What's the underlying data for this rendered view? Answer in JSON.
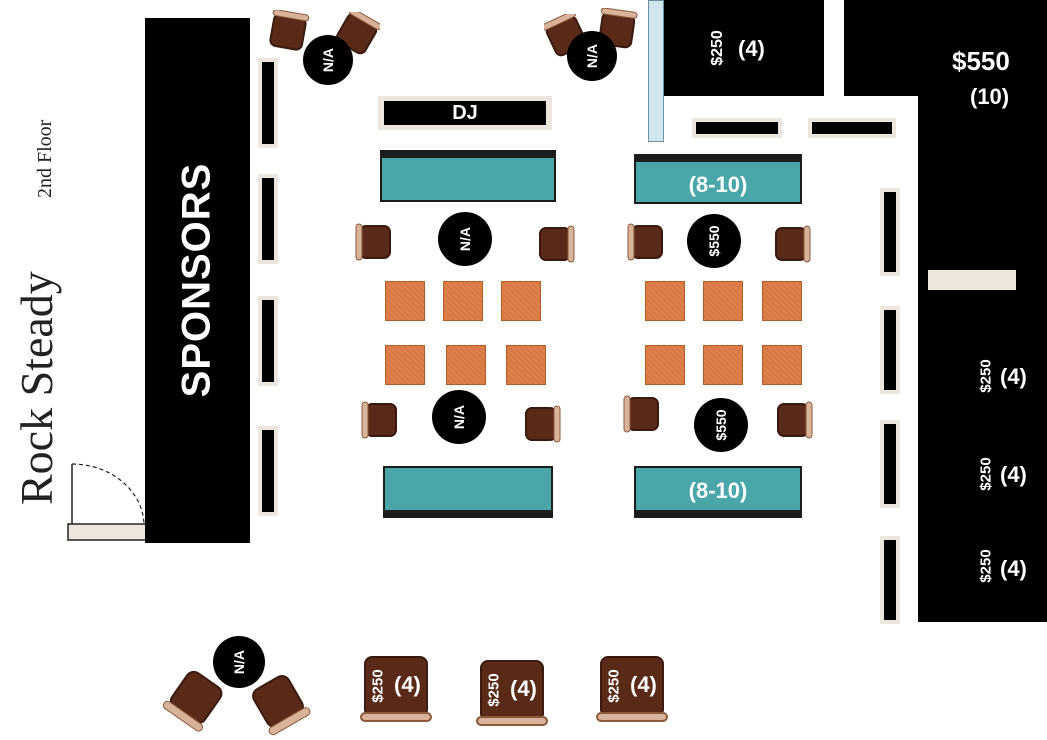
{
  "venue": {
    "name": "Rock Steady",
    "floor": "2nd Floor"
  },
  "areas": {
    "sponsors": "SPONSORS",
    "dj": "DJ"
  },
  "couches": {
    "top_left": "",
    "top_right": "(8-10)",
    "bottom_left": "",
    "bottom_right": "(8-10)"
  },
  "tables": {
    "top_left_na": "N/A",
    "top_right_na": "N/A",
    "center_left_top": "N/A",
    "center_left_bottom": "N/A",
    "center_right_top": "$550",
    "center_right_bottom": "$550",
    "bottom_left_na": "N/A"
  },
  "vip": {
    "top_price": "$250",
    "top_cap": "(4)",
    "corner_price": "$550",
    "corner_cap": "(10)",
    "right_1_price": "$250",
    "right_1_cap": "(4)",
    "right_2_price": "$250",
    "right_2_cap": "(4)",
    "right_3_price": "$250",
    "right_3_cap": "(4)"
  },
  "booths": [
    {
      "price": "$250",
      "cap": "(4)"
    },
    {
      "price": "$250",
      "cap": "(4)"
    },
    {
      "price": "$250",
      "cap": "(4)"
    }
  ],
  "colors": {
    "couch": "#4aa7a9",
    "ottoman": "#d9773f",
    "chair": "#5a2a18",
    "wall": "#ece6dd"
  }
}
